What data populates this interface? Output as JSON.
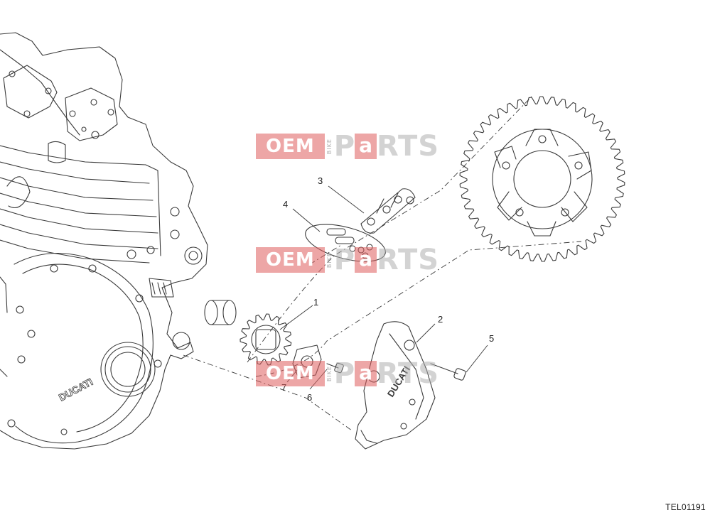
{
  "diagram": {
    "callouts": [
      {
        "id": "callout-1",
        "label": "1"
      },
      {
        "id": "callout-2",
        "label": "2"
      },
      {
        "id": "callout-3",
        "label": "3"
      },
      {
        "id": "callout-4",
        "label": "4"
      },
      {
        "id": "callout-5",
        "label": "5"
      },
      {
        "id": "callout-6",
        "label": "6"
      },
      {
        "id": "callout-7",
        "label": "7"
      }
    ],
    "reference_code": "TEL01191",
    "brand_text": "DUCATI",
    "watermark": {
      "left_text": "OEM",
      "vertical_text": "BIKE",
      "p_letter": "P",
      "a_letter": "a",
      "right_text": "RTS"
    }
  },
  "colors": {
    "line": "#3a3a3a",
    "watermark_red": "#de5c5c",
    "watermark_grey": "#afafaf"
  }
}
